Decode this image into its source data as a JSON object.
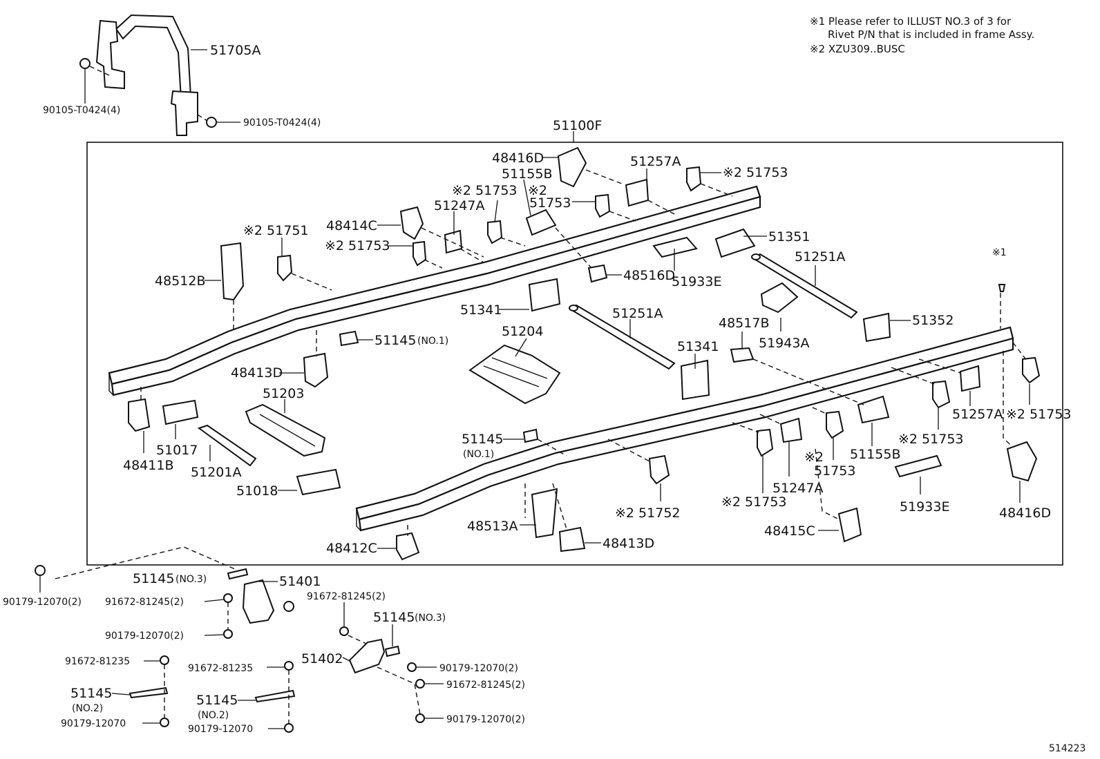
{
  "notes": [
    "※1 Please refer to ILLUST NO.3 of 3 for",
    "Rivet P/N that is included in frame Assy.",
    "※2 XZU309..BUSC"
  ],
  "diagram_id": "514223",
  "assembly_label": "51100F",
  "labels": {
    "l51705A": "51705A",
    "l90105a": "90105-T0424(4)",
    "l90105b": "90105-T0424(4)",
    "l48416D_top": "48416D",
    "l51155B_top": "51155B",
    "l51257A_top": "51257A",
    "l51753_a": "※2 51753",
    "l51753_b": "※2 51753",
    "l51753_c": "※2",
    "l51753_c2": "51753",
    "l48414C": "48414C",
    "l51247A_top": "51247A",
    "l51751": "※2 51751",
    "l51753_d": "※2 51753",
    "l51351": "51351",
    "l51251A_r": "51251A",
    "l48516D": "48516D",
    "l51933E_top": "51933E",
    "l48512B": "48512B",
    "l51341_top": "51341",
    "l51251A_m": "51251A",
    "l48517B": "48517B",
    "l51943A": "51943A",
    "l51352": "51352",
    "l51204": "51204",
    "l51145_no1a": "51145",
    "l51145_no1a_s": "(NO.1)",
    "l51341_b": "51341",
    "l48413D_l": "48413D",
    "l51203": "51203",
    "l51017": "51017",
    "l48411B": "48411B",
    "l51201A": "51201A",
    "l51018": "51018",
    "l51145_no1b": "51145",
    "l51145_no1b_s": "(NO.1)",
    "l51257A_r": "51257A",
    "l51753_e": "※2 51753",
    "l51753_f": "※2 51753",
    "l51753_g": "※2",
    "l51753_g2": "51753",
    "l51155B_r": "51155B",
    "l51247A_b": "51247A",
    "l51753_h": "※2 51753",
    "l51752": "※2 51752",
    "l51933E_r": "51933E",
    "l48416D_r": "48416D",
    "l48513A": "48513A",
    "l48415C": "48415C",
    "l48412C": "48412C",
    "l48413D_b": "48413D",
    "l_star1": "※1",
    "l51145_no3a": "51145",
    "l51145_no3a_s": "(NO.3)",
    "l51401": "51401",
    "l90179_a": "90179-12070(2)",
    "l91672_a": "91672-81245(2)",
    "l90179_b": "90179-12070(2)",
    "l91672_b": "91672-81245(2)",
    "l51145_no3b": "51145",
    "l51145_no3b_s": "(NO.3)",
    "l51402": "51402",
    "l90179_c": "90179-12070(2)",
    "l91672_c": "91672-81245(2)",
    "l90179_d": "90179-12070(2)",
    "l91672_d": "91672-81235",
    "l51145_no2a": "51145",
    "l51145_no2a_s": "(NO.2)",
    "l90179_e": "90179-12070",
    "l91672_e": "91672-81235",
    "l51145_no2b": "51145",
    "l51145_no2b_s": "(NO.2)",
    "l90179_f": "90179-12070"
  }
}
